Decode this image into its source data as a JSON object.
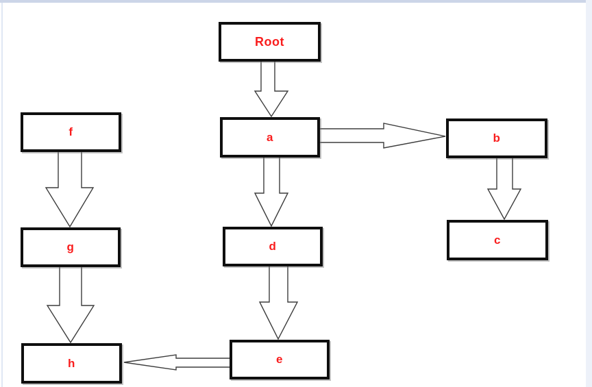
{
  "diagram": {
    "type": "flowchart-tree",
    "nodes": {
      "root": {
        "label": "Root"
      },
      "a": {
        "label": "a"
      },
      "b": {
        "label": "b"
      },
      "c": {
        "label": "c"
      },
      "d": {
        "label": "d"
      },
      "e": {
        "label": "e"
      },
      "f": {
        "label": "f"
      },
      "g": {
        "label": "g"
      },
      "h": {
        "label": "h"
      }
    },
    "edges": [
      {
        "from": "Root",
        "to": "a",
        "direction": "down"
      },
      {
        "from": "a",
        "to": "b",
        "direction": "right"
      },
      {
        "from": "a",
        "to": "d",
        "direction": "down"
      },
      {
        "from": "b",
        "to": "c",
        "direction": "down"
      },
      {
        "from": "d",
        "to": "e",
        "direction": "down"
      },
      {
        "from": "e",
        "to": "h",
        "direction": "left"
      },
      {
        "from": "f",
        "to": "g",
        "direction": "down"
      },
      {
        "from": "g",
        "to": "h",
        "direction": "down"
      }
    ],
    "colors": {
      "node_border": "#0f0f0f",
      "node_fill": "#ffffff",
      "label_text": "#f91d1d",
      "arrow_outline": "#3d3d3d",
      "arrow_fill": "#ffffff",
      "frame_top_bar": "#ccd5e8",
      "frame_right_strip": "#edf1f9",
      "frame_left_line": "#dfe7f4",
      "background": "#ffffff"
    }
  }
}
